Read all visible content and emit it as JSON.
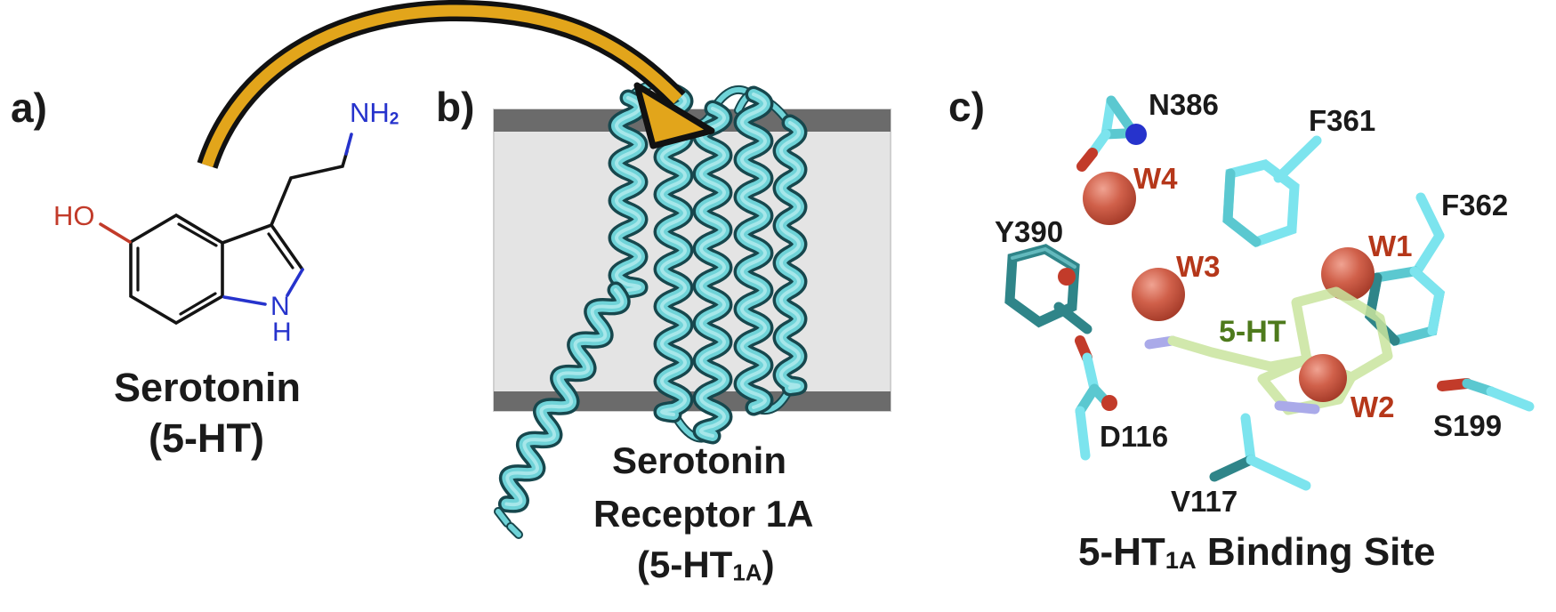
{
  "colors": {
    "gold": "#E2A51B",
    "membrane_core": "#E4E4E4",
    "membrane_edge": "#6B6B6B",
    "protein_fill": "#6FD3D8",
    "protein_outline": "#17474D",
    "protein_sheen": "#A6E7EA",
    "stick_bright": "#7CE4EE",
    "stick_mid": "#5BC8D0",
    "stick_dark": "#2F8589",
    "oxygen_red": "#C23B2A",
    "nitrogen_blue": "#2633CC",
    "water_sphere": "#C04B38",
    "water_label": "#B5371A",
    "ligand_green": "#C9E49E",
    "ligand_label": "#4E7A1C",
    "ligand_nitrogen": "#9C9CE6",
    "bond_black": "#141414",
    "text": "#1A1A1A"
  },
  "panel_a": {
    "label": "a)",
    "atoms": {
      "hydroxyl": "HO",
      "amine_main": "NH",
      "amine_sub": "2",
      "ring_nitrogen": "N",
      "ring_hydrogen": "H"
    },
    "caption": {
      "line1": "Serotonin",
      "line2": "(5-HT)"
    }
  },
  "panel_b": {
    "label": "b)",
    "caption": {
      "line1": "Serotonin",
      "line2": "Receptor 1A",
      "line3_pre": "(5-HT",
      "line3_sub": "1A",
      "line3_post": ")"
    }
  },
  "panel_c": {
    "label": "c)",
    "residue_labels": {
      "n386": "N386",
      "f361": "F361",
      "f362": "F362",
      "y390": "Y390",
      "d116": "D116",
      "v117": "V117",
      "s199": "S199"
    },
    "water_labels": {
      "w1": "W1",
      "w2": "W2",
      "w3": "W3",
      "w4": "W4"
    },
    "ligand_label": "5-HT",
    "caption": {
      "pre": "5-HT",
      "sub": "1A",
      "post": " Binding Site"
    }
  }
}
